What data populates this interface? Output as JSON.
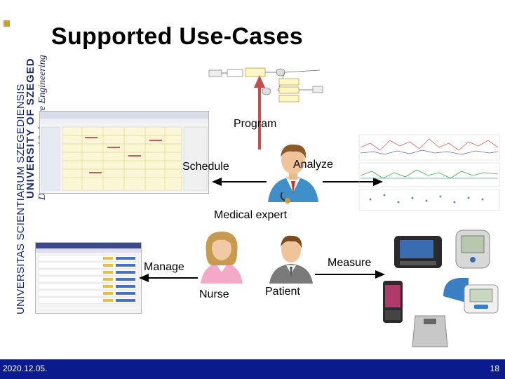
{
  "header": {
    "title": "Supported Use-Cases",
    "brand_latin": "UNIVERSITAS SCIENTIARUM SZEGEDIENSIS",
    "brand_university": "UNIVERSITY OF SZEGED",
    "brand_department": "Department of Software Engineering"
  },
  "diagram": {
    "labels": {
      "program": "Program",
      "analyze": "Analyze",
      "schedule": "Schedule",
      "medical_expert": "Medical expert",
      "manage": "Manage",
      "measure": "Measure",
      "nurse": "Nurse",
      "patient": "Patient"
    },
    "colors": {
      "arrow_program": "#c0504d",
      "arrow": "#000000"
    }
  },
  "footer": {
    "date": "2020.12.05.",
    "page_number": "18",
    "background": "#0b1a8c"
  }
}
